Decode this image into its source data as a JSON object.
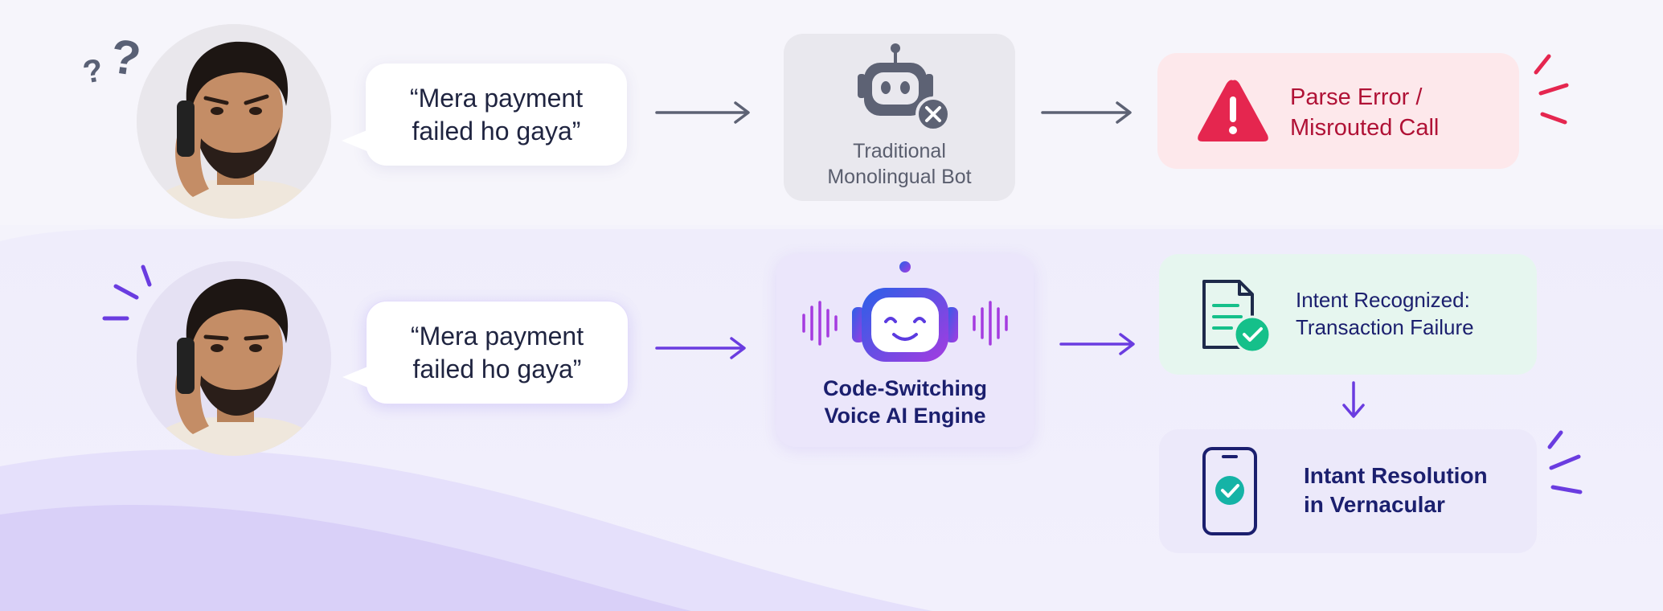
{
  "row_traditional": {
    "quote": "“Mera payment failed ho gaya”",
    "bot_label_line1": "Traditional",
    "bot_label_line2": "Monolingual Bot",
    "result_line1": "Parse Error /",
    "result_line2": "Misrouted Call",
    "question_marks": "?¿"
  },
  "row_ai": {
    "quote": "“Mera payment failed ho gaya”",
    "engine_label_line1": "Code-Switching",
    "engine_label_line2": "Voice AI Engine",
    "intent_line1": "Intent Recognized:",
    "intent_line2": "Transaction Failure",
    "resolution_line1": "Intant Resolution",
    "resolution_line2": "in Vernacular"
  },
  "icons": {
    "confused_person": "person-on-phone-confused",
    "calm_person": "person-on-phone-calm",
    "bot_error": "robot-with-x-icon",
    "ai_bot": "smiling-robot-headset-icon",
    "warning": "warning-triangle-icon",
    "document_check": "document-check-icon",
    "phone_check": "smartphone-check-icon"
  },
  "colors": {
    "error_red": "#e5264f",
    "error_text": "#b01236",
    "ai_purple": "#6a3ce0",
    "navy_text": "#1b1f6e",
    "success_green": "#15c08a",
    "gray_text": "#5a5e6e"
  }
}
